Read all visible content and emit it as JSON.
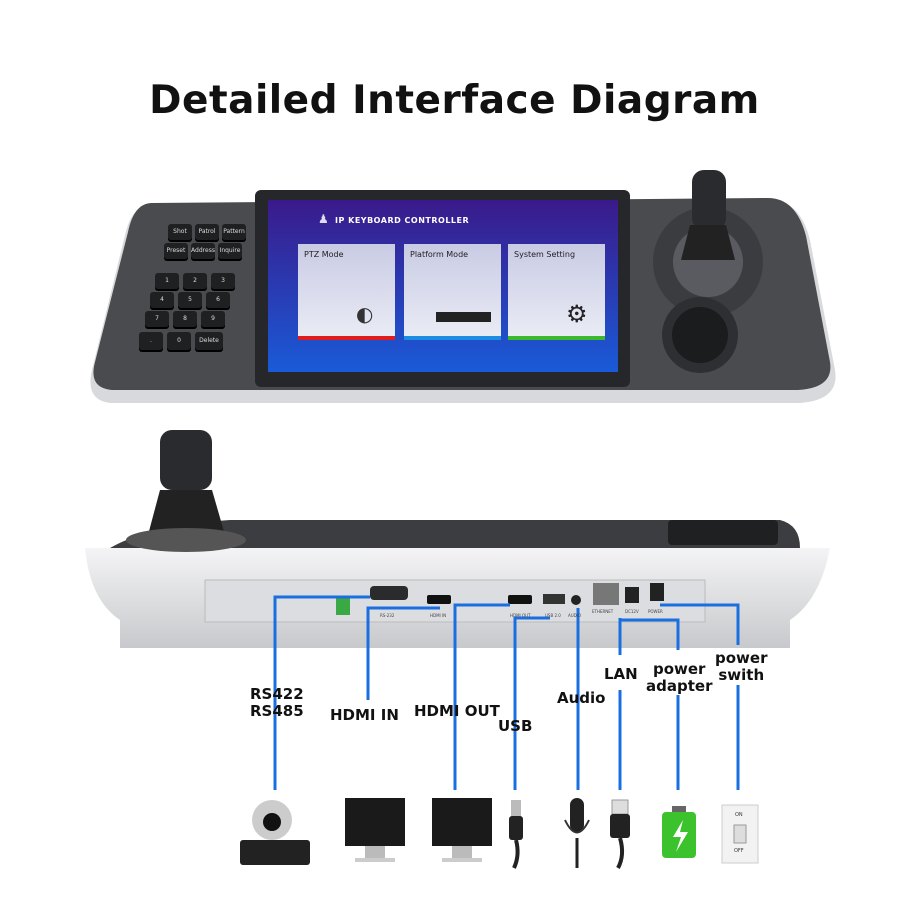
{
  "title": "Detailed Interface Diagram",
  "screen": {
    "header": "IP KEYBOARD CONTROLLER",
    "cards": [
      {
        "label": "PTZ Mode",
        "accent": "#e01c1c",
        "icon": "dome-camera-icon"
      },
      {
        "label": "Platform Mode",
        "accent": "#1c8de0",
        "icon": "nvr-icon"
      },
      {
        "label": "System Setting",
        "accent": "#3cb82c",
        "icon": "gear-icon"
      }
    ]
  },
  "keypad": {
    "function_keys": [
      "Shot",
      "Patrol",
      "Pattern",
      "Preset",
      "Address",
      "Inquire"
    ],
    "number_keys": [
      "1",
      "2",
      "3",
      "4",
      "5",
      "6",
      "7",
      "8",
      "9",
      ".",
      "0",
      "Delete"
    ]
  },
  "ports": [
    "RS-232",
    "HDMI IN",
    "HDMI OUT",
    "USB 2.0",
    "AUDIO",
    "ETHERNET",
    "DC12V",
    "POWER"
  ],
  "callouts": [
    {
      "label1": "RS422",
      "label2": "RS485",
      "icon": "ptz-camera-icon"
    },
    {
      "label1": "HDMI IN",
      "icon": "monitor-icon"
    },
    {
      "label1": "HDMI OUT",
      "icon": "monitor-icon"
    },
    {
      "label1": "USB",
      "icon": "usb-cable-icon"
    },
    {
      "label1": "Audio",
      "icon": "microphone-icon"
    },
    {
      "label1": "LAN",
      "icon": "ethernet-cable-icon"
    },
    {
      "label1": "power",
      "label2": "adapter",
      "icon": "battery-icon"
    },
    {
      "label1": "power",
      "label2": "swith",
      "icon": "power-switch-icon"
    }
  ],
  "switch_labels": [
    "ON",
    "OFF"
  ],
  "line_color": "#1a6fe0"
}
